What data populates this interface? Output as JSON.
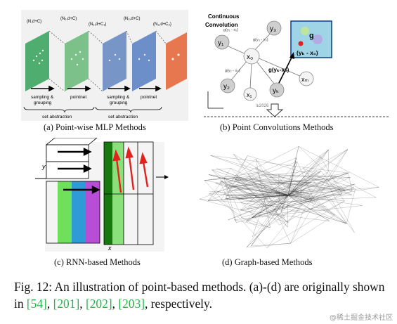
{
  "panels": {
    "a": {
      "caption": "(a) Point-wise MLP Methods",
      "dims": [
        "(N,d+C)",
        "(N₁,d+C)",
        "(N₁,d+C₁)",
        "(N₂,d+C)",
        "(N₂,d+C₂)"
      ],
      "ops": [
        "sampling &",
        "grouping",
        "pointnet",
        "sampling &",
        "grouping",
        "pointnet"
      ],
      "stages": [
        "set abstraction",
        "set abstraction"
      ]
    },
    "b": {
      "caption": "(b) Point Convolutions Methods",
      "title_line1": "Continuous",
      "title_line2": "Convolution",
      "nodes": [
        "y₁",
        "y₃",
        "x₀",
        "y₂",
        "x₁",
        "yₖ",
        "xₘ"
      ],
      "edge_labels": [
        "g(y₁ - x₀)",
        "g(y₃ - x₀)",
        "g(y₂ - x₀)",
        "g(yₖ-x₀)"
      ],
      "kernel_label": "g",
      "kernel_arg": "(yₖ - x₀)"
    },
    "c": {
      "caption": "(c) RNN-based Methods",
      "axis_y": "y",
      "axis_x": "x"
    },
    "d": {
      "caption": "(d) Graph-based Methods"
    }
  },
  "caption": {
    "prefix": "Fig. 12: An illustration of point-based methods. (a)-(d) are originally shown in ",
    "refs": [
      "[54]",
      "[201]",
      "[202]",
      "[203]"
    ],
    "sep1": ", ",
    "sep2": ", ",
    "sep3": ", ",
    "suffix": ", respectively."
  },
  "watermark": "@稀土掘金技术社区"
}
